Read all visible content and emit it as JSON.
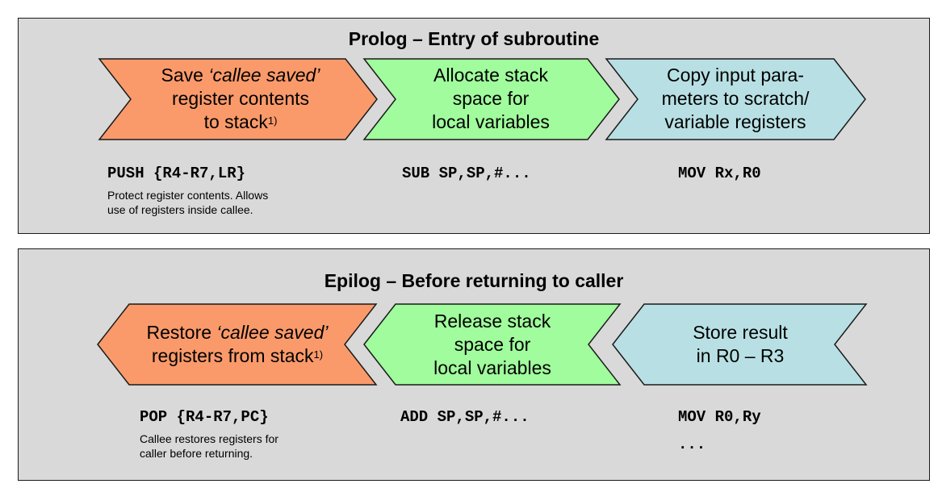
{
  "prolog": {
    "title": "Prolog – Entry of subroutine",
    "steps": [
      {
        "text_before": "Save ",
        "text_italic": "‘callee saved’",
        "line2": "register contents",
        "line3": "to stack",
        "footnote": "1)",
        "code": "PUSH {R4-R7,LR}",
        "note_line1": "Protect register contents. Allows",
        "note_line2": "use of registers inside callee."
      },
      {
        "line1": "Allocate stack",
        "line2": "space for",
        "line3": "local variables",
        "code": "SUB SP,SP,#..."
      },
      {
        "line1": "Copy input para-",
        "line2": "meters to scratch/",
        "line3": "variable registers",
        "code": "MOV Rx,R0"
      }
    ]
  },
  "epilog": {
    "title": "Epilog – Before returning to caller",
    "steps": [
      {
        "text_before": "Restore ",
        "text_italic": "‘callee saved’",
        "line2": "registers from stack",
        "footnote": "1)",
        "code": "POP {R4-R7,PC}",
        "note_line1": "Callee restores registers for",
        "note_line2": "caller before returning."
      },
      {
        "line1": "Release stack",
        "line2": "space for",
        "line3": "local variables",
        "code": "ADD SP,SP,#..."
      },
      {
        "line1": "Store result",
        "line2": "in R0 – R3",
        "code": "MOV R0,Ry",
        "code2": "..."
      }
    ]
  },
  "colors": {
    "panel_bg": "#d9d9d9",
    "orange": "#fa9a6a",
    "green": "#a0fc9c",
    "blue": "#b8e0e4",
    "stroke": "#1a1a1a"
  }
}
